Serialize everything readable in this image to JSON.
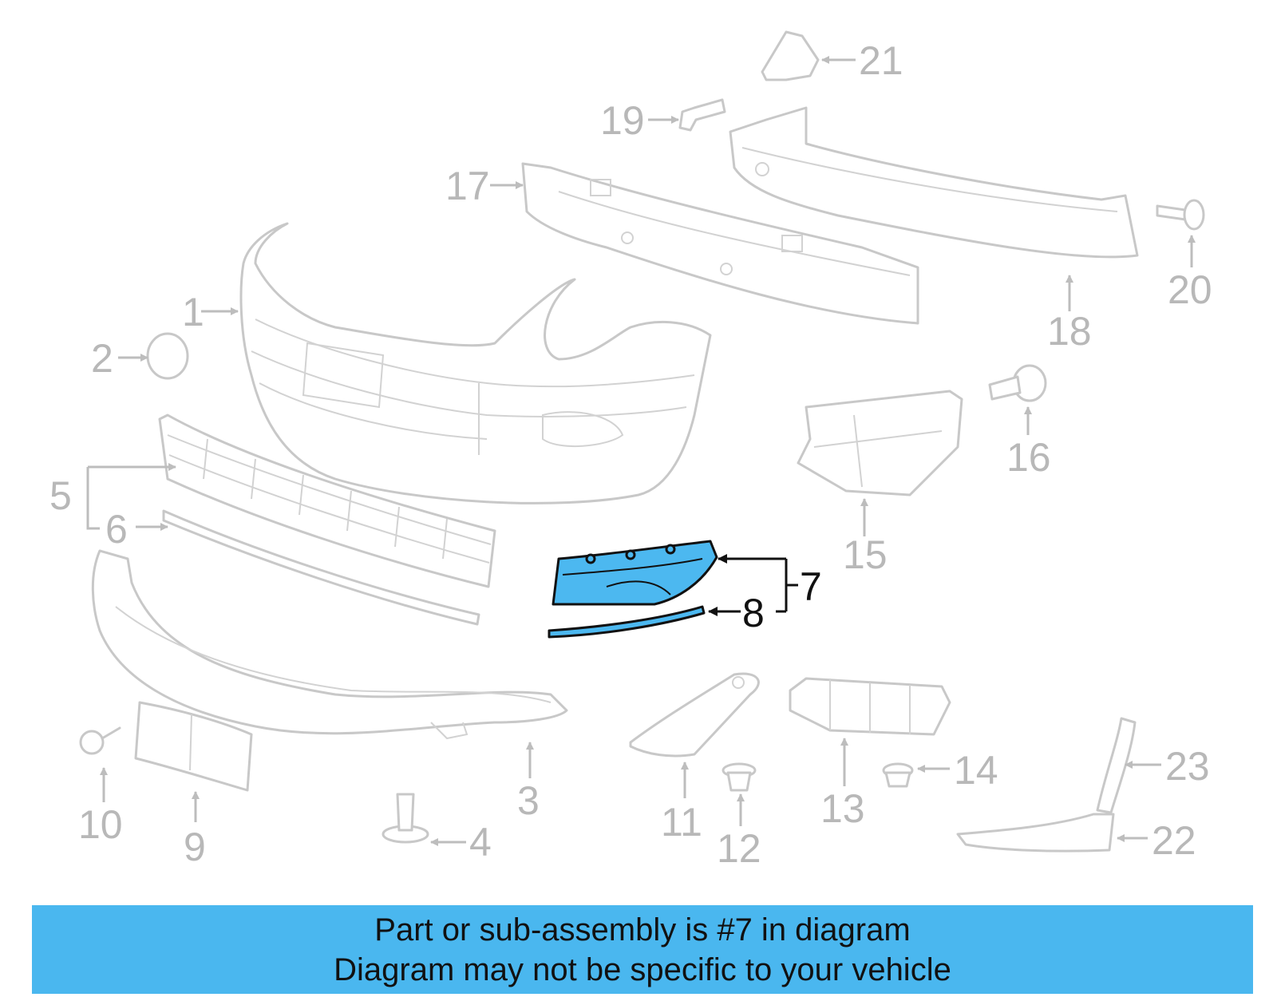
{
  "callouts": [
    "1",
    "2",
    "3",
    "4",
    "5",
    "6",
    "7",
    "8",
    "9",
    "10",
    "11",
    "12",
    "13",
    "14",
    "15",
    "16",
    "17",
    "18",
    "19",
    "20",
    "21",
    "22",
    "23"
  ],
  "highlighted_part": "7",
  "colors": {
    "highlight": "#4cb8f0",
    "banner": "#4ab7ef",
    "part_lines": "#c8c8c8",
    "callout_gray": "#b8b8b8"
  },
  "banner": {
    "line1": "Part or sub-assembly is #7 in diagram",
    "line2": "Diagram may not be specific to your vehicle"
  }
}
